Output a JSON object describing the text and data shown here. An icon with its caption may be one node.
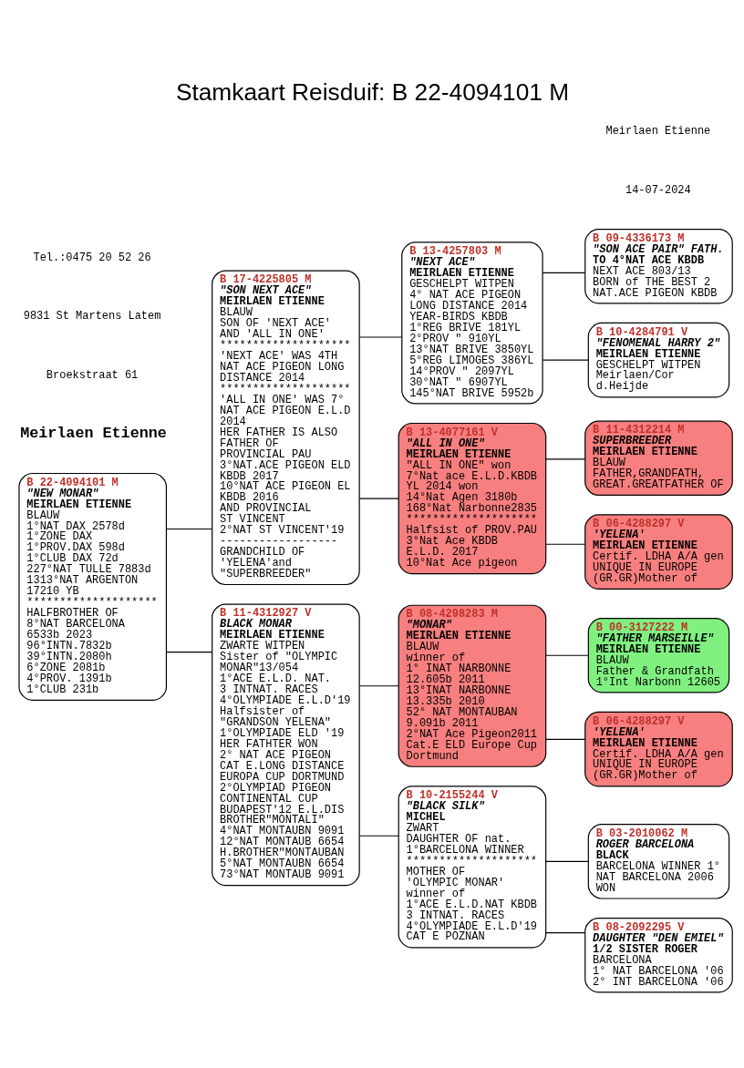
{
  "diagram": {
    "title": "Stamkaart Reisduif: B 22-4094101 M",
    "nodes": [
      {
        "text": [
          "B 22-4094101 M",
          "\"NEW MONAR\"",
          "MEIRLAEN ETIENNE",
          "BLAUW",
          "1°NAT DAX 2578d",
          "1°ZONE DAX",
          "1°PROV.DAX 598d",
          "1°CLUB DAX 72d",
          "227°NAT TULLE 7883d",
          "1313°NAT ARGENTON",
          "17210 YB",
          "********************",
          "HALFBROTHER OF",
          "8°NAT BARCELONA",
          "6533b 2023",
          "96°INTN.7832b",
          "39°INTN.2080h",
          "6°ZONE 2081b",
          "4°PROV. 1391b",
          "1°CLUB 231b"
        ]
      },
      {
        "text": [
          "B 17-4225805 M",
          "\"SON NEXT ACE\"",
          "MEIRLAEN ETIENNE",
          "BLAUW",
          "SON OF 'NEXT ACE'",
          "AND 'ALL IN ONE'",
          "********************",
          "'NEXT ACE' WAS 4TH",
          "NAT ACE PIGEON LONG",
          "DISTANCE 2014",
          "********************",
          "'ALL IN ONE' WAS 7°",
          "NAT ACE PIGEON E.L.D",
          "2014",
          "HER FATHER IS ALSO",
          "FATHER OF",
          "PROVINCIAL PAU",
          "3°NAT.ACE PIGEON ELD",
          "KBDB 2017",
          "10°NAT ACE PIGEON EL",
          "KBDB 2016",
          "AND PROVINCIAL",
          "ST VINCENT",
          "2°NAT ST VINCENT'19",
          "------------------",
          "GRANDCHILD OF",
          "'YELENA'and",
          "\"SUPERBREEDER\""
        ]
      },
      {
        "text": [
          "B 11-4312927 V",
          "BLACK MONAR",
          "MEIRLAEN ETIENNE",
          "ZWARTE WITPEN",
          "Sister of \"OLYMPIC",
          "MONAR\"13/054",
          "1°ACE E.L.D. NAT.",
          "3 INTNAT. RACES",
          "4°OLYMPIADE E.L.D'19",
          "Halfsister of",
          "\"GRANDSON YELENA\"",
          "1°OLYMPIADE ELD '19",
          "HER FATHTER WON",
          "2° NAT ACE PIGEON",
          "CAT E.LONG DISTANCE",
          "EUROPA CUP DORTMUND",
          "2°OLYMPIAD PIGEON",
          "CONTINENTAL CUP",
          "BUDAPEST'12 E.L.DIS",
          "BROTHER\"MONTALI\"",
          "4°NAT MONTAUBN 9091",
          "12°NAT MONTAUB 6654",
          "H.BROTHER\"MONTAUBAN",
          "5°NAT MONTAUBN 6654",
          "73°NAT MONTAUB 9091"
        ]
      },
      {
        "text": [
          "B 13-4257803 M",
          "\"NEXT ACE\"",
          "MEIRLAEN ETIENNE",
          "GESCHELPT WITPEN",
          "4° NAT ACE PIGEON",
          "LONG DISTANCE 2014",
          "YEAR-BIRDS KBDB",
          "1°REG BRIVE 181YL",
          "2°PROV \" 910YL",
          "13°NAT BRIVE 3850YL",
          "5°REG LIMOGES 386YL",
          "14°PROV \" 2097YL",
          "30°NAT \" 6907YL",
          "145°NAT BRIVE 5952b"
        ]
      },
      {
        "text": [
          "B 13-4077161 V",
          "\"ALL IN ONE\"",
          "MEIRLAEN ETIENNE",
          "\"ALL IN ONE\" won",
          "7°Nat ace E.L.D.KBDB",
          "YL 2014 won",
          "14°Nat Agen 3180b",
          "168°Nat Narbonne2835",
          "********************",
          "Halfsist of PROV.PAU",
          "3°Nat Ace KBDB",
          "E.L.D. 2017",
          "10°Nat Ace pigeon"
        ]
      },
      {
        "text": [
          "B 08-4298283 M",
          "\"MONAR\"",
          "MEIRLAEN ETIENNE",
          "BLAUW",
          "winner of",
          "1° INAT NARBONNE",
          "12.605b 2011",
          "13°INAT NARBONNE",
          "13.335b 2010",
          "52° NAT MONTAUBAN",
          "9.091b 2011",
          "2°NAT Ace Pigeon2011",
          "Cat.E ELD Europe Cup",
          "Dortmund"
        ]
      },
      {
        "text": [
          "B 10-2155244 V",
          "\"BLACK SILK\"",
          "MICHEL",
          "ZWART",
          "DAUGHTER OF nat.",
          "1°BARCELONA WINNER",
          "********************",
          "MOTHER OF",
          "'OLYMPIC MONAR'",
          "winner of",
          "1°ACE E.L.D.NAT KBDB",
          "3 INTNAT. RACES",
          "4°OLYMPIADE E.L.D'19",
          "CAT E POZNAN"
        ]
      },
      {
        "text": [
          "B 09-4336173 M",
          "\"SON ACE PAIR\" FATH.",
          "TO 4°NAT ACE KBDB",
          "NEXT ACE 803/13",
          "BORN of THE BEST 2",
          "NAT.ACE PIGEON KBDB"
        ]
      },
      {
        "text": [
          "B 10-4284791 V",
          "\"FENOMENAL HARRY 2\"",
          "MEIRLAEN ETIENNE",
          "GESCHELPT WITPEN",
          "Meirlaen/Cor",
          "d.Heijde"
        ]
      },
      {
        "text": [
          "B 11-4312214 M",
          "SUPERBREEDER",
          "MEIRLAEN ETIENNE",
          "BLAUW",
          "FATHER,GRANDFATH,",
          "GREAT.GREATFATHER OF"
        ]
      },
      {
        "text": [
          "B 06-4288297 V",
          "'YELENA'",
          "MEIRLAEN ETIENNE",
          "Certif. LDHA A/A gen",
          "UNIQUE IN EUROPE",
          "(GR.GR)Mother of"
        ]
      },
      {
        "text": [
          "B 00-3127222 M",
          "\"FATHER MARSEILLE\"",
          "MEIRLAEN ETIENNE",
          "BLAUW",
          "Father & Grandfath",
          "1°Int Narbonn 12605"
        ]
      },
      {
        "text": [
          "B 06-4288297 V",
          "'YELENA'",
          "MEIRLAEN ETIENNE",
          "Certif. LDHA A/A gen",
          "UNIQUE IN EUROPE",
          "(GR.GR)Mother of"
        ]
      },
      {
        "text": [
          "B 03-2010062 M",
          "ROGER BARCELONA",
          "BLACK",
          "BARCELONA WINNER 1°",
          "NAT BARCELONA 2006",
          "WON"
        ]
      },
      {
        "text": [
          "B 08-2092295 V",
          "DAUGHTER \"DEN EMIEL\"",
          "1/2 SISTER ROGER",
          "BARCELONA",
          "1° NAT BARCELONA '06",
          "2° INT BARCELONA '06"
        ]
      }
    ],
    "edges": [
      {
        "from": 0,
        "to": 1,
        "arrow": "none"
      },
      {
        "from": 0,
        "to": 2,
        "arrow": "none"
      },
      {
        "from": 1,
        "to": 3,
        "arrow": "none"
      },
      {
        "from": 1,
        "to": 4,
        "arrow": "none"
      },
      {
        "from": 2,
        "to": 5,
        "arrow": "none"
      },
      {
        "from": 2,
        "to": 6,
        "arrow": "none"
      },
      {
        "from": 3,
        "to": 7,
        "arrow": "none"
      },
      {
        "from": 3,
        "to": 8,
        "arrow": "none"
      },
      {
        "from": 4,
        "to": 9,
        "arrow": "none"
      },
      {
        "from": 4,
        "to": 10,
        "arrow": "none"
      },
      {
        "from": 5,
        "to": 11,
        "arrow": "none"
      },
      {
        "from": 5,
        "to": 12,
        "arrow": "none"
      },
      {
        "from": 6,
        "to": 13,
        "arrow": "none"
      },
      {
        "from": 6,
        "to": 14,
        "arrow": "none"
      }
    ],
    "labels": [
      "Meirlaen Etienne",
      "Broekstraat 61",
      "9831 St Martens Latem",
      "Tel.:0475 20 52 26",
      "14-07-2024",
      "Meirlaen Etienne"
    ]
  }
}
